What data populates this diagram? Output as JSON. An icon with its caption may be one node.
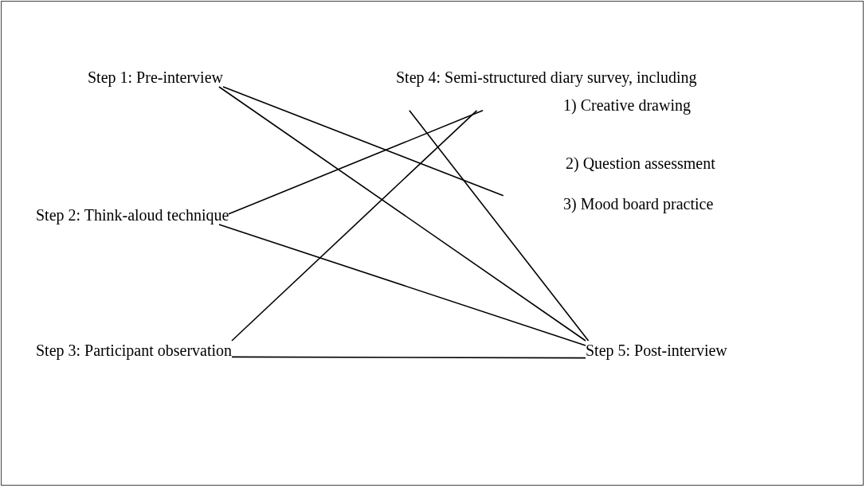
{
  "diagram": {
    "nodes": [
      {
        "text": [
          "Step 1: Pre-interview"
        ]
      },
      {
        "text": [
          "Step 2: Think-aloud technique"
        ]
      },
      {
        "text": [
          "Step 3: Participant observation"
        ]
      },
      {
        "text": [
          "Step 4: Semi-structured diary survey, including",
          "1) Creative drawing",
          "2) Question assessment",
          "3) Mood board practice"
        ]
      },
      {
        "text": [
          "Step 5: Post-interview"
        ]
      }
    ],
    "edges": [
      {
        "from": 0,
        "to": 3,
        "arrow": "none"
      },
      {
        "from": 0,
        "to": 4,
        "arrow": "none"
      },
      {
        "from": 1,
        "to": 3,
        "arrow": "none"
      },
      {
        "from": 1,
        "to": 4,
        "arrow": "none"
      },
      {
        "from": 2,
        "to": 3,
        "arrow": "none"
      },
      {
        "from": 3,
        "to": 4,
        "arrow": "none"
      },
      {
        "from": 2,
        "to": 4,
        "arrow": "none"
      }
    ]
  }
}
